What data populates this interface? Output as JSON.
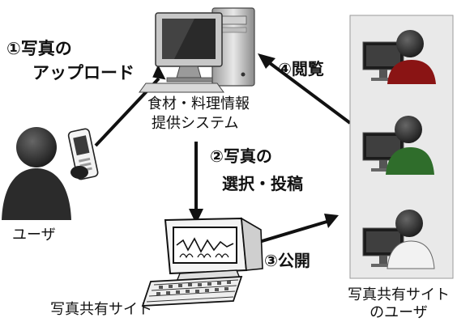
{
  "nodes": {
    "server_line1": "食材・料理情報",
    "server_line2": "提供システム",
    "uploader": "ユーザ",
    "sharing_site": "写真共有サイト",
    "viewers_line1": "写真共有サイト",
    "viewers_line2": "のユーザ"
  },
  "steps": {
    "upload_line1": "①写真の",
    "upload_line2": "アップロード",
    "select_line1": "②写真の",
    "select_line2": "選択・投稿",
    "publish": "③公開",
    "view": "④閲覧"
  },
  "icons": {
    "server": "desktop-computer-icon",
    "uploader": "person-with-mobile-phone-icon",
    "sharing_site": "computer-terminal-icon",
    "viewers": "users-at-computers-icon",
    "arrows": "arrow-icon"
  },
  "colors": {
    "arrow": "#111111",
    "panel": "#e9e9e9",
    "person_dark": "#2e2e2e",
    "person_red": "#8a1414",
    "person_green": "#2f6d2b"
  }
}
